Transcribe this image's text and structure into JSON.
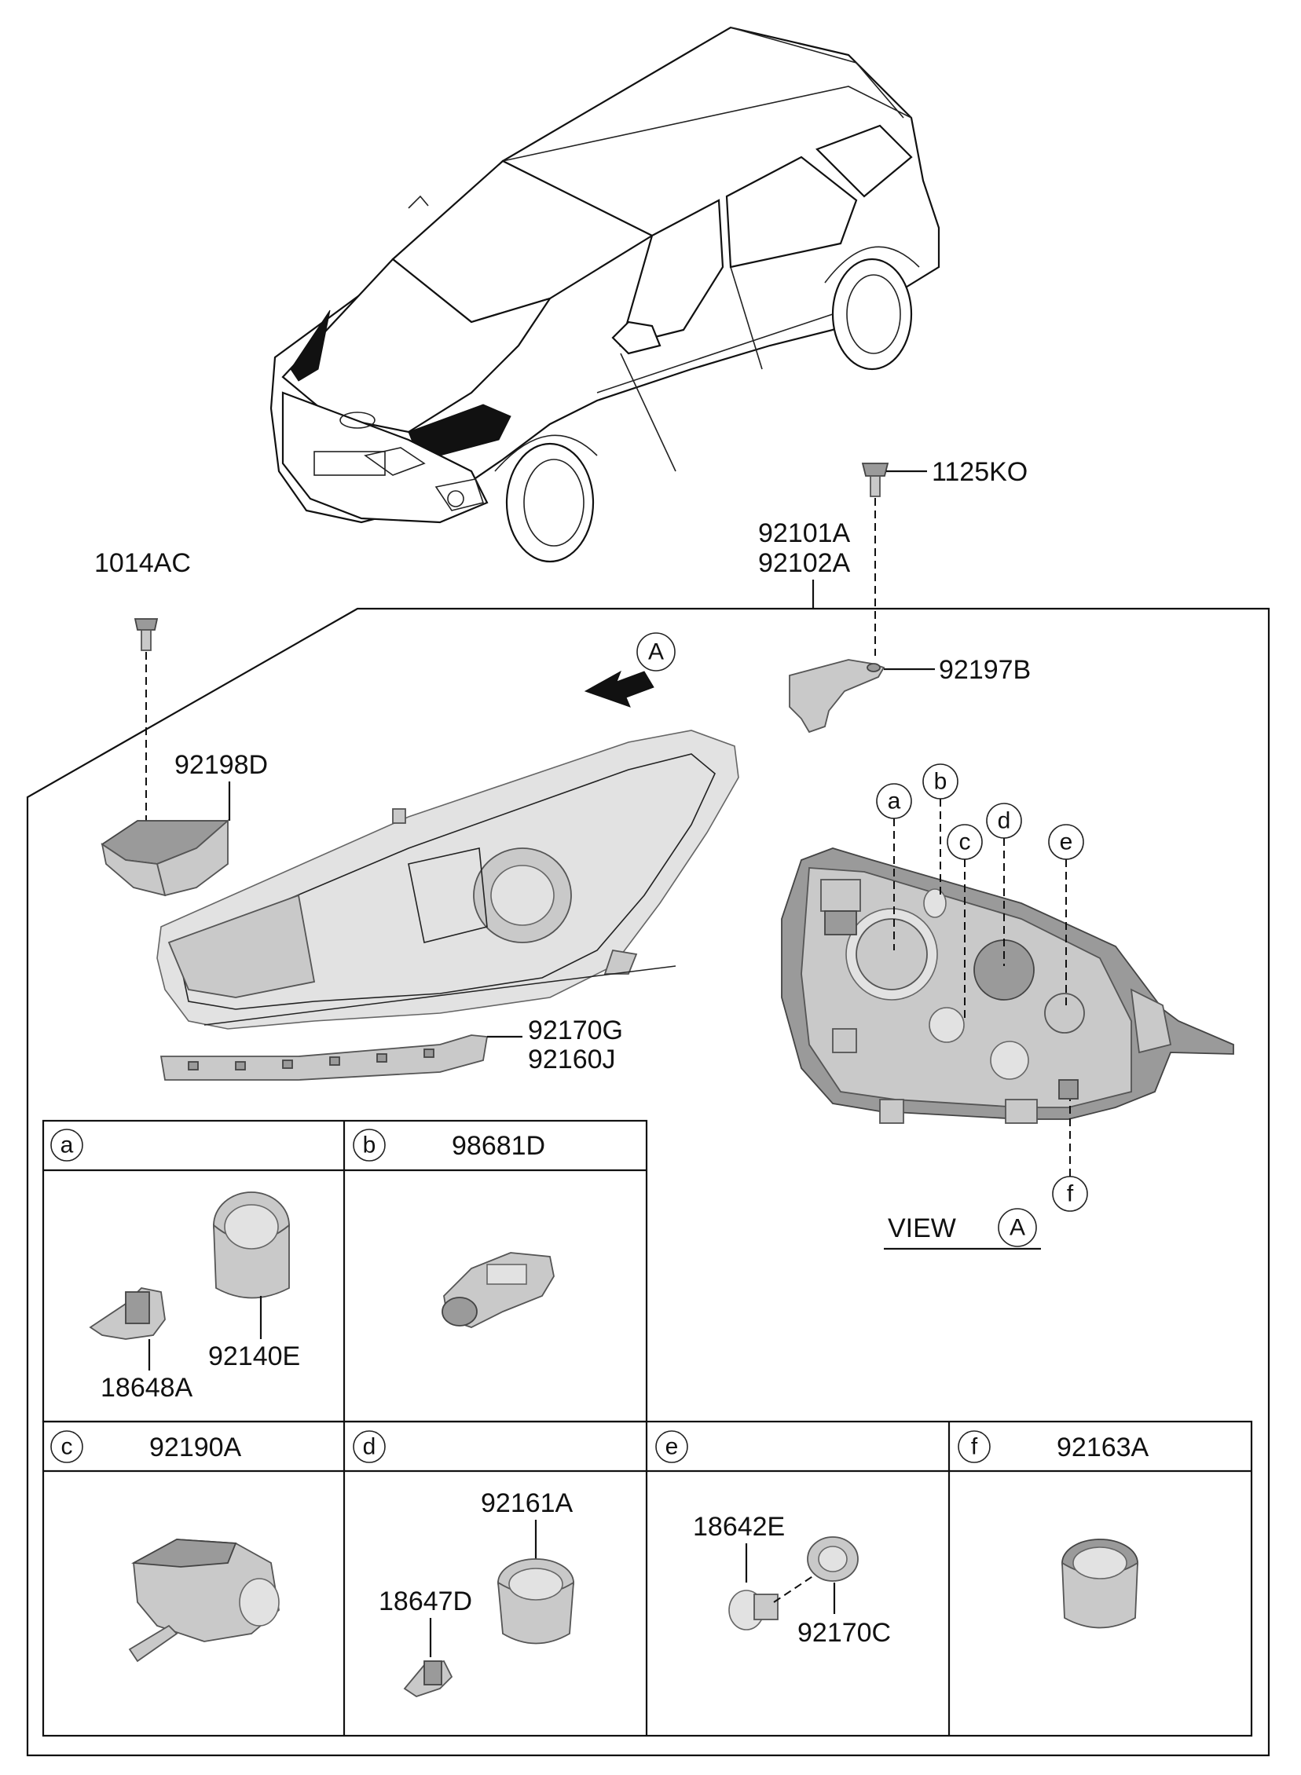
{
  "labels": {
    "bolt_top": "1125KO",
    "assembly_1": "92101A",
    "assembly_2": "92102A",
    "screw_left": "1014AC",
    "bracket_right": "92197B",
    "bracket_left": "92198D",
    "drl_1": "92170G",
    "drl_2": "92160J",
    "view_text": "VIEW",
    "view_ref": "A",
    "arrow_ref": "A"
  },
  "callouts": {
    "a": "a",
    "b": "b",
    "c": "c",
    "d": "d",
    "e": "e",
    "f": "f"
  },
  "table": {
    "row1": [
      {
        "key": "a",
        "header": "",
        "parts": [
          "18648A",
          "92140E"
        ]
      },
      {
        "key": "b",
        "header": "98681D",
        "parts": []
      }
    ],
    "row2": [
      {
        "key": "c",
        "header": "92190A",
        "parts": []
      },
      {
        "key": "d",
        "header": "",
        "parts": [
          "92161A",
          "18647D"
        ]
      },
      {
        "key": "e",
        "header": "",
        "parts": [
          "18642E",
          "92170C"
        ]
      },
      {
        "key": "f",
        "header": "92163A",
        "parts": []
      }
    ]
  }
}
